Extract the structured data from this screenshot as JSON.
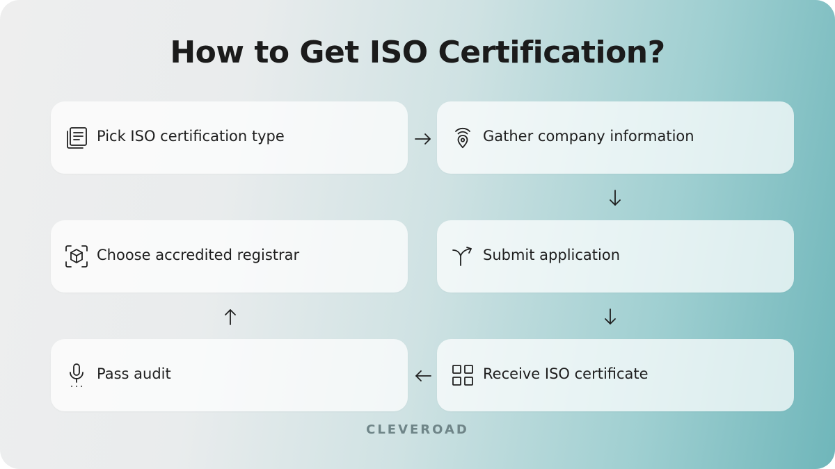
{
  "title": "How to Get ISO Certification?",
  "steps": [
    {
      "label": "Pick ISO certification type",
      "icon": "document-list-icon"
    },
    {
      "label": "Gather company information",
      "icon": "location-signal-icon"
    },
    {
      "label": "Submit application",
      "icon": "merge-arrow-icon"
    },
    {
      "label": "Receive ISO certificate",
      "icon": "grid-layout-icon"
    },
    {
      "label": "Pass audit",
      "icon": "microphone-icon"
    },
    {
      "label": "Choose accredited registrar",
      "icon": "cube-scan-icon"
    }
  ],
  "flow_arrows": [
    "right",
    "down",
    "down",
    "left",
    "up"
  ],
  "brand": "CLEVEROAD",
  "colors": {
    "text": "#1e1e1e",
    "title": "#1b1b1b",
    "card": "#ffffff",
    "gradient_start": "#eeeeee",
    "gradient_end": "#6fb6ba",
    "brand": "#6f8588"
  }
}
